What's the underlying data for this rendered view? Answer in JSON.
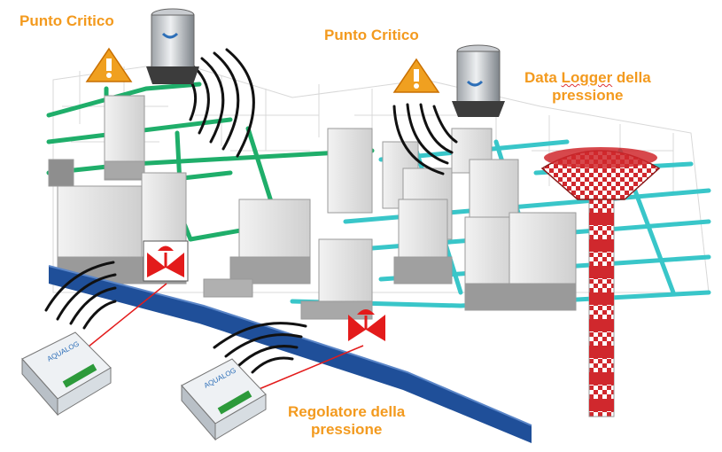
{
  "labels": {
    "critical_point_1": "Punto Critico",
    "critical_point_2": "Punto Critico",
    "logger_line1_a": "Data ",
    "logger_line1_b": "Logger",
    "logger_line1_c": " della",
    "logger_line2": "pressione",
    "regulator_line1": "Regolatore della",
    "regulator_line2": "pressione"
  },
  "device_brand": "AQUALOG",
  "colors": {
    "label": "#f39a1e",
    "green_pipe": "#1fae6a",
    "cyan_pipe": "#39c6c9",
    "main_pipe": "#1f4f99",
    "valve": "#e31b1b",
    "warning": "#f0a020",
    "tower_red": "#d0282d"
  },
  "icons": [
    "warning-icon",
    "pressure-sensor-icon",
    "valve-icon",
    "data-logger-device-icon",
    "water-tower-icon",
    "radio-waves-icon"
  ]
}
